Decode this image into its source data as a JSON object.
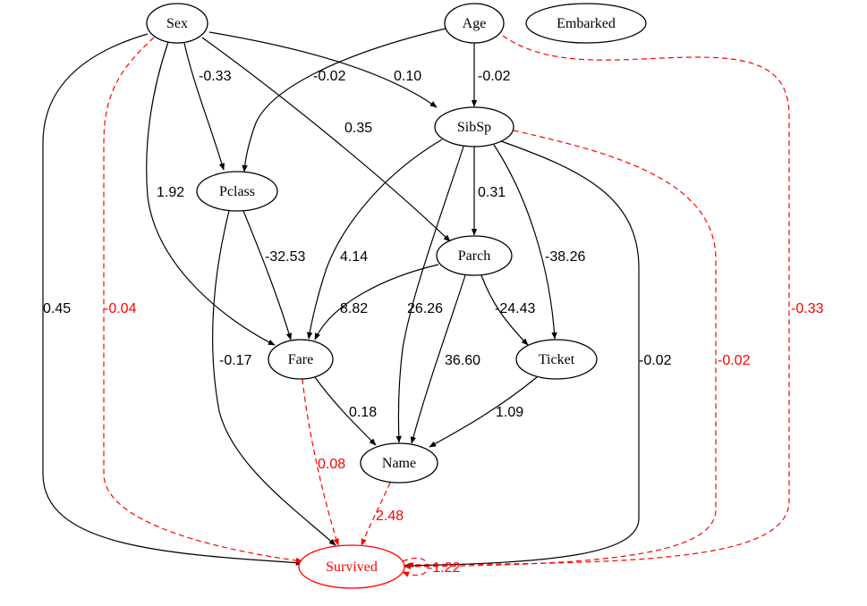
{
  "colors": {
    "solid": "#000000",
    "dashed": "#ff0000",
    "highlight": "#ff0000"
  },
  "nodes": [
    {
      "id": "sex",
      "label": "Sex"
    },
    {
      "id": "age",
      "label": "Age"
    },
    {
      "id": "embarked",
      "label": "Embarked"
    },
    {
      "id": "sibsp",
      "label": "SibSp"
    },
    {
      "id": "pclass",
      "label": "Pclass"
    },
    {
      "id": "parch",
      "label": "Parch"
    },
    {
      "id": "fare",
      "label": "Fare"
    },
    {
      "id": "ticket",
      "label": "Ticket"
    },
    {
      "id": "name",
      "label": "Name"
    },
    {
      "id": "survived",
      "label": "Survived",
      "highlight": true
    }
  ],
  "edges": [
    {
      "id": "sex-pclass",
      "from": "Sex",
      "to": "Pclass",
      "label": "-0.33",
      "style": "solid"
    },
    {
      "id": "sex-sibsp",
      "from": "Sex",
      "to": "SibSp",
      "label": "0.10",
      "style": "solid"
    },
    {
      "id": "sex-parch",
      "from": "Sex",
      "to": "Parch",
      "label": "0.35",
      "style": "solid"
    },
    {
      "id": "sex-fare",
      "from": "Sex",
      "to": "Fare",
      "label": "1.92",
      "style": "solid"
    },
    {
      "id": "sex-survived",
      "from": "Sex",
      "to": "Survived",
      "label": "0.45",
      "style": "solid"
    },
    {
      "id": "sex-survived-d",
      "from": "Sex",
      "to": "Survived",
      "label": "-0.04",
      "style": "dashed"
    },
    {
      "id": "age-pclass",
      "from": "Age",
      "to": "Pclass",
      "label": "-0.02",
      "style": "solid"
    },
    {
      "id": "age-sibsp",
      "from": "Age",
      "to": "SibSp",
      "label": "-0.02",
      "style": "solid"
    },
    {
      "id": "age-survived-d",
      "from": "Age",
      "to": "Survived",
      "label": "-0.33",
      "style": "dashed"
    },
    {
      "id": "sibsp-parch",
      "from": "SibSp",
      "to": "Parch",
      "label": "0.31",
      "style": "solid"
    },
    {
      "id": "sibsp-fare",
      "from": "SibSp",
      "to": "Fare",
      "label": "4.14",
      "style": "solid"
    },
    {
      "id": "sibsp-name",
      "from": "SibSp",
      "to": "Name",
      "label": "26.26",
      "style": "solid"
    },
    {
      "id": "sibsp-ticket",
      "from": "SibSp",
      "to": "Ticket",
      "label": "-38.26",
      "style": "solid"
    },
    {
      "id": "sibsp-survived",
      "from": "SibSp",
      "to": "Survived",
      "label": "-0.02",
      "style": "solid"
    },
    {
      "id": "sibsp-survived-d",
      "from": "SibSp",
      "to": "Survived",
      "label": "-0.02",
      "style": "dashed"
    },
    {
      "id": "pclass-fare",
      "from": "Pclass",
      "to": "Fare",
      "label": "-32.53",
      "style": "solid"
    },
    {
      "id": "pclass-survived",
      "from": "Pclass",
      "to": "Survived",
      "label": "-0.17",
      "style": "solid"
    },
    {
      "id": "parch-fare",
      "from": "Parch",
      "to": "Fare",
      "label": "8.82",
      "style": "solid"
    },
    {
      "id": "parch-ticket",
      "from": "Parch",
      "to": "Ticket",
      "label": "-24.43",
      "style": "solid"
    },
    {
      "id": "parch-name",
      "from": "Parch",
      "to": "Name",
      "label": "36.60",
      "style": "solid"
    },
    {
      "id": "fare-name",
      "from": "Fare",
      "to": "Name",
      "label": "0.18",
      "style": "solid"
    },
    {
      "id": "fare-survived-d",
      "from": "Fare",
      "to": "Survived",
      "label": "0.08",
      "style": "dashed"
    },
    {
      "id": "ticket-name",
      "from": "Ticket",
      "to": "Name",
      "label": "1.09",
      "style": "solid"
    },
    {
      "id": "name-survived-d",
      "from": "Name",
      "to": "Survived",
      "label": "2.48",
      "style": "dashed"
    },
    {
      "id": "survived-self-d",
      "from": "Survived",
      "to": "Survived",
      "label": "-1.22",
      "style": "dashed"
    }
  ]
}
